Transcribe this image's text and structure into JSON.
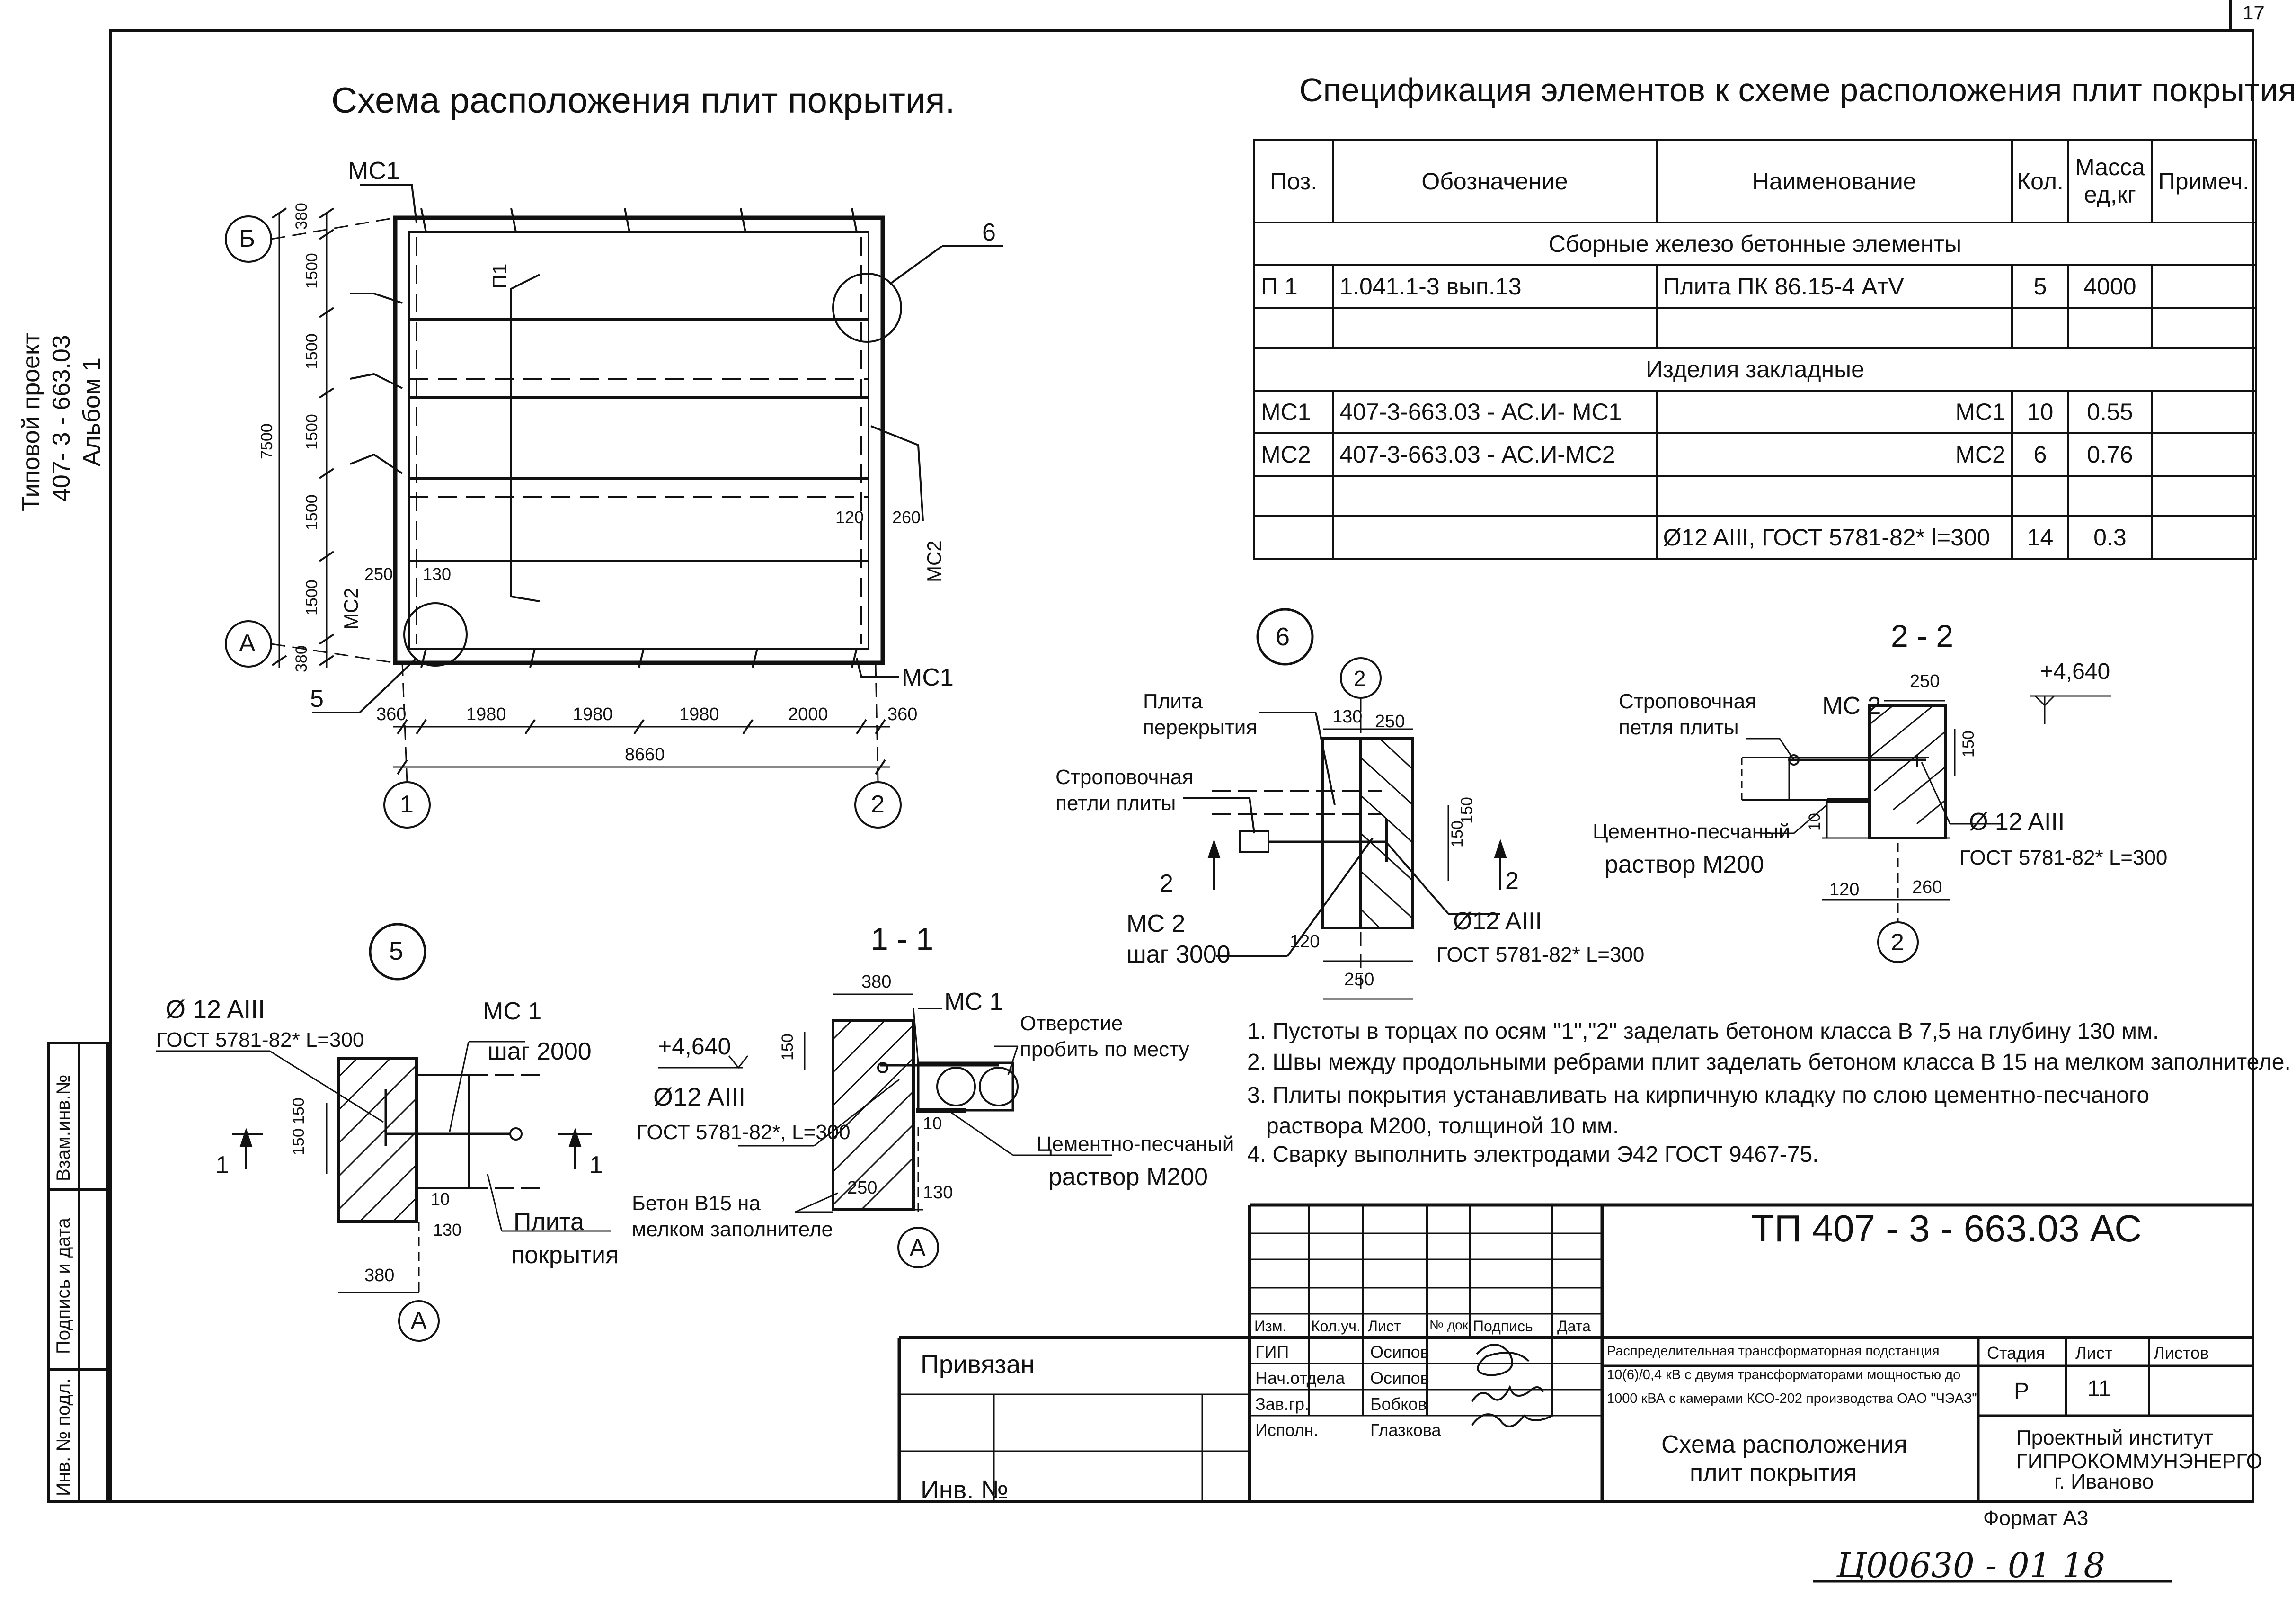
{
  "sheet_corner_number": "17",
  "side_title": [
    "Типовой проект",
    "407- 3 - 663.03",
    "Альбом 1"
  ],
  "left_stamp": [
    "Взам.инв.№",
    "Подпись и дата",
    "Инв. № подл."
  ],
  "plan": {
    "title": "Схема расположения плит покрытия.",
    "labels": {
      "ms1_top": "МС1",
      "ms1_bottom": "МС1",
      "ms2_left": "МС2",
      "ms2_right": "МС2",
      "p1": "П1",
      "axis_b": "Б",
      "axis_a": "А",
      "axis_1": "1",
      "axis_2": "2",
      "node_5": "5",
      "node_6": "6"
    },
    "dims_vertical": [
      "380",
      "1500",
      "1500",
      "1500",
      "1500",
      "1500",
      "380"
    ],
    "dim_total_vertical": "7500",
    "dims_horizontal": [
      "360",
      "1980",
      "1980",
      "1980",
      "2000",
      "360"
    ],
    "dim_total_horizontal": "8660",
    "dims_small": [
      "250",
      "130",
      "120",
      "260"
    ]
  },
  "spec": {
    "title": "Спецификация элементов к схеме   расположения плит покрытия",
    "headers": [
      "Поз.",
      "Обозначение",
      "Наименование",
      "Кол.",
      "Масса ед,кг",
      "Примеч."
    ],
    "section_1": "Сборные железо бетонные элементы",
    "section_2": "Изделия закладные",
    "rows": [
      {
        "pos": "П 1",
        "code": "1.041.1-3     вып.13",
        "name": "Плита ПК 86.15-4 AтV",
        "qty": "5",
        "mass": "4000",
        "note": ""
      },
      {
        "pos": "МС1",
        "code": "407-3-663.03 - АС.И- МС1",
        "name": "МС1",
        "qty": "10",
        "mass": "0.55",
        "note": ""
      },
      {
        "pos": "МС2",
        "code": "407-3-663.03 - АС.И-МС2",
        "name": "МС2",
        "qty": "6",
        "mass": "0.76",
        "note": ""
      },
      {
        "pos": "",
        "code": "",
        "name": "Ø12 AIII, ГОСТ 5781-82* l=300",
        "qty": "14",
        "mass": "0.3",
        "note": ""
      }
    ]
  },
  "detail6": {
    "num": "6",
    "axis": "2",
    "slab": [
      "Плита",
      "перекрытия"
    ],
    "loop": [
      "Строповочная",
      "петли плиты"
    ],
    "ms2": "МС 2",
    "step": "шаг 3000",
    "rebar": "Ø12 AIII",
    "gost": "ГОСТ 5781-82*  L=300",
    "cut": "2",
    "dims": [
      "130",
      "250",
      "150",
      "150",
      "120",
      "250"
    ]
  },
  "section22": {
    "title": "2 - 2",
    "level": "+4,640",
    "loop": [
      "Строповочная",
      "петля плиты"
    ],
    "ms2": "МС 2",
    "mortar": [
      "Цементно-песчаный",
      "раствор М200"
    ],
    "rebar": "Ø 12 AIII",
    "gost": "ГОСТ 5781-82*  L=300",
    "axis": "2",
    "dims": [
      "250",
      "150",
      "10",
      "120",
      "260"
    ]
  },
  "detail5": {
    "num": "5",
    "rebar": "Ø 12 AIII",
    "gost": "ГОСТ 5781-82*  L=300",
    "ms1": "МС 1",
    "step": "шаг 2000",
    "slab": [
      "Плита",
      "покрытия"
    ],
    "axis": "А",
    "cut": "1",
    "dims": [
      "150",
      "150",
      "10",
      "130",
      "380"
    ]
  },
  "section11": {
    "title": "1 - 1",
    "level": "+4,640",
    "ms1": "МС 1",
    "hole": [
      "Отверстие",
      "пробить по месту"
    ],
    "rebar": "Ø12 AIII",
    "gost": "ГОСТ 5781-82*, L=300",
    "mortar": [
      "Цементно-песчаный",
      "раствор М200"
    ],
    "concrete": [
      "Бетон В15  на",
      "мелком заполнителе"
    ],
    "axis": "А",
    "dims": [
      "380",
      "150",
      "10",
      "250",
      "130"
    ]
  },
  "notes": [
    "1. Пустоты в торцах по осям \"1\",\"2\" заделать бетоном класса В 7,5 на глубину 130 мм.",
    "2. Швы между продольными ребрами плит заделать бетоном класса В 15 на мелком заполнителе.",
    "3. Плиты покрытия устанавливать на кирпичную кладку по слою цементно-песчаного",
    "   раствора М200, толщиной 10 мм.",
    "4. Сварку выполнить электродами Э42 ГОСТ 9467-75."
  ],
  "title_block": {
    "doc_code": "ТП   407 - 3 - 663.03   АС",
    "header_cols": [
      "Изм.",
      "Кол.уч.",
      "Лист",
      "№ док.",
      "Подпись",
      "Дата"
    ],
    "roles": [
      "ГИП",
      "Нач.отдела",
      "Зав.гр.",
      "Исполн."
    ],
    "names": [
      "Осипов",
      "Осипов",
      "Бобков",
      "Глазкова"
    ],
    "project": [
      "Распределительная трансформаторная подстанция",
      "10(6)/0,4 кВ с двумя трансформаторами мощностью до",
      "1000 кВА с камерами КСО-202 производства ОАО \"ЧЭАЗ\""
    ],
    "sheet_title": [
      "Схема расположения",
      "плит покрытия"
    ],
    "stage_label": "Стадия",
    "sheet_label": "Лист",
    "sheets_label": "Листов",
    "stage": "Р",
    "sheet": "11",
    "institute": [
      "Проектный институт",
      "ГИПРОКОММУНЭНЕРГО",
      "г. Иваново"
    ],
    "privyazan": "Привязан",
    "inv": "Инв. №",
    "format": "Формат А3"
  },
  "handwritten_code": "Ц00630 - 01    18"
}
